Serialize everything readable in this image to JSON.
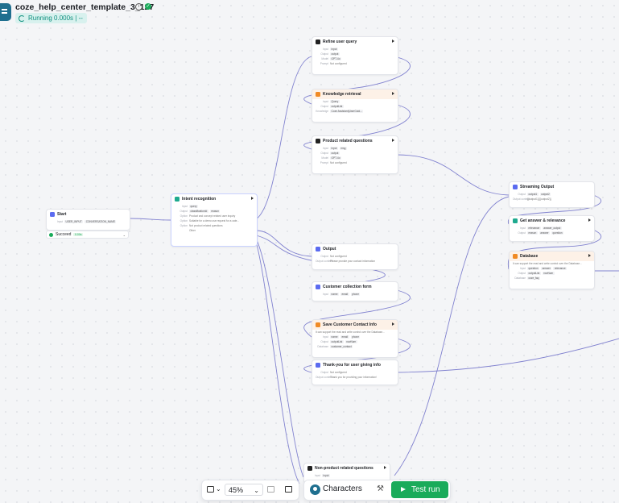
{
  "header": {
    "title": "coze_help_center_template_3_127",
    "status": "Running 0.000s | --"
  },
  "nodes": {
    "start": {
      "title": "Start",
      "input_label": "Input",
      "inputs": [
        "USER_INPUT",
        "CONVERSATION_NAME"
      ],
      "result": "Succeed",
      "result_time": "0.00s"
    },
    "intent": {
      "title": "Intent recognition",
      "input_label": "Input",
      "output_label": "Output",
      "inputs": [
        "query"
      ],
      "outputs": [
        "classificationId",
        "reason"
      ],
      "options": [
        "Product and concept related user inquiry",
        "Suitable for a demo use request for a cate...",
        "Not product related questions",
        "Other"
      ],
      "option_label": "Option"
    },
    "refine": {
      "title": "Refine user query",
      "input_label": "Input",
      "output_label": "Output",
      "model_label": "Model",
      "chips": [
        "input",
        "output",
        "GPT-4o"
      ],
      "note": "Not configured",
      "prompt_label": "Prompt"
    },
    "knowledge": {
      "title": "Knowledge retrieval",
      "input_label": "Input",
      "output_label": "Output",
      "kb_label": "Knowledge",
      "chips": [
        "Query",
        "outputList",
        "Coze Assistant(UserGuid..."
      ]
    },
    "product": {
      "title": "Product related questions",
      "input_label": "Input",
      "output_label": "Output",
      "model_label": "Model",
      "chips": [
        "input",
        "msg",
        "output",
        "GPT-4o"
      ],
      "note": "Not configured",
      "prompt_label": "Prompt"
    },
    "output": {
      "title": "Output",
      "output_label": "Output",
      "content_label": "Output content",
      "value": "Not configured",
      "content": "Please provide your contact information"
    },
    "form": {
      "title": "Customer collection form",
      "input_label": "Input",
      "chips": [
        "name",
        "email",
        "phone"
      ]
    },
    "save": {
      "title": "Save Customer Contact Info",
      "desc": "It can support the read and write control over the Database...",
      "input_label": "Input",
      "output_label": "Output",
      "db_label": "Database",
      "chips": [
        "name",
        "email",
        "phone",
        "outputList",
        "rowNum"
      ],
      "db": "customer_contact"
    },
    "thanks": {
      "title": "Thank-you for user giving info",
      "output_label": "Output",
      "content_label": "Output content",
      "value": "Not configured",
      "content": "Thank you for providing your information!"
    },
    "streaming": {
      "title": "Streaming Output",
      "output_label": "Output",
      "content_label": "Output content",
      "chips": [
        "output1",
        "output2"
      ],
      "content": "{{output1}}{{output2}}"
    },
    "answer": {
      "title": "Get answer & relevance",
      "input_label": "Input",
      "output_label": "Output",
      "chips": [
        "relevance",
        "answer_output",
        "reason",
        "answer",
        "question"
      ]
    },
    "database": {
      "title": "Database",
      "desc": "It can support the read and write control over the Database...",
      "input_label": "Input",
      "output_label": "Output",
      "db_label": "Database",
      "chips": [
        "question",
        "answer",
        "relevance",
        "outputList",
        "rowNum"
      ],
      "db": "coze_faq"
    },
    "nonproduct": {
      "title": "Non-product related questions",
      "input_label": "Input",
      "chips": [
        "input"
      ]
    }
  },
  "toolbar": {
    "zoom": "45%"
  },
  "bottom": {
    "characters": "Characters",
    "test_run": "Test run"
  },
  "colors": {
    "accent_green": "#1aab5a",
    "edge": "#6e6fc9",
    "teal": "#0e8f7e"
  }
}
